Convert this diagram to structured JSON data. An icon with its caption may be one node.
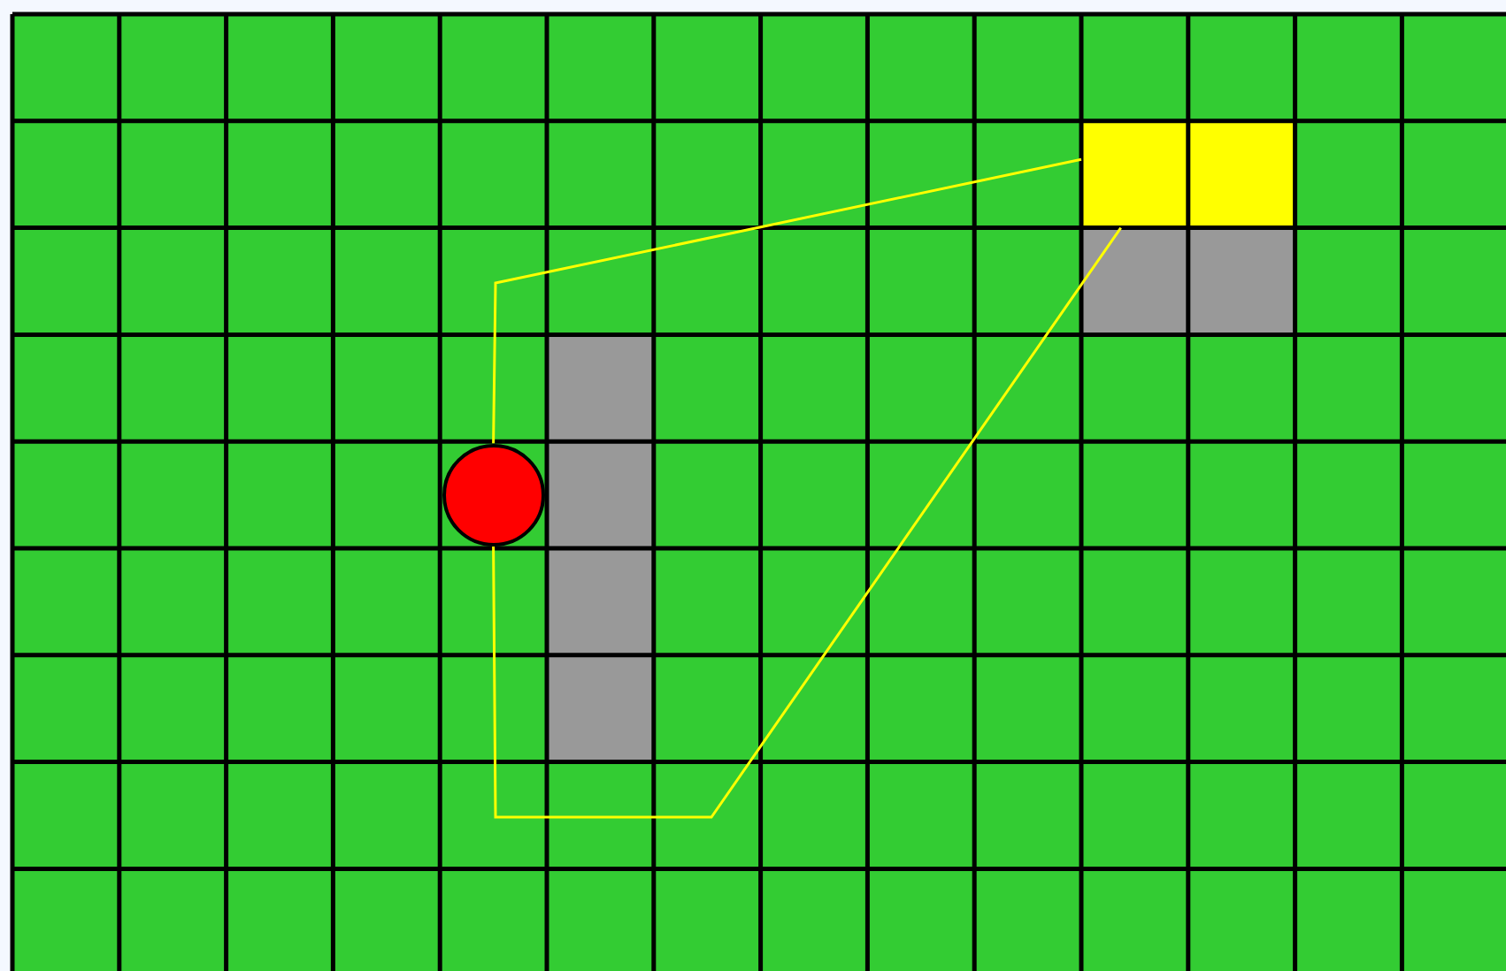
{
  "diagram": {
    "nodes": [
      {
        "text": [],
        "shape": "circle"
      },
      {
        "text": [],
        "shape": "box"
      },
      {
        "text": [],
        "shape": "box"
      }
    ],
    "edges": [
      {
        "from": 0,
        "to": 1,
        "arrow": "none"
      },
      {
        "from": 0,
        "to": 1,
        "arrow": "none"
      }
    ]
  }
}
